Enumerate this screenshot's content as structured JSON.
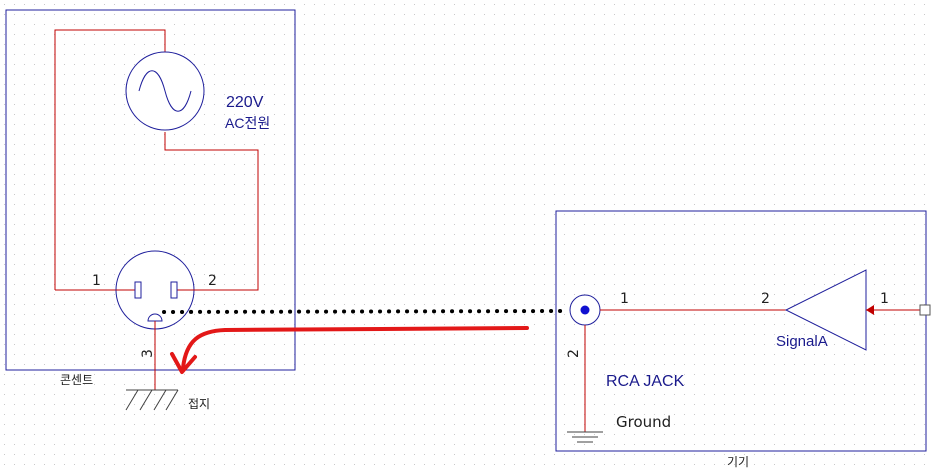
{
  "colors": {
    "frame": "#1f1f9c",
    "wire": "#c00000",
    "ground_wire": "#c00000",
    "dots": "#000000",
    "arrow": "#e31818",
    "jack_center": "#1010d0",
    "label": "#1a1a8c",
    "grid": "#c8c8c8"
  },
  "outlet_box": {
    "name": "콘센트",
    "source_label_line1": "220V",
    "source_label_line2": "AC전원",
    "pin1": "1",
    "pin2": "2",
    "pin3": "3",
    "ground_label": "접지"
  },
  "device_box": {
    "name": "기기",
    "jack_label": "RCA JACK",
    "jack_pin1": "1",
    "jack_pin2": "2",
    "ground_label": "Ground",
    "signal_label": "SignalA",
    "signal_pin_in": "2",
    "signal_pin_out": "1"
  }
}
